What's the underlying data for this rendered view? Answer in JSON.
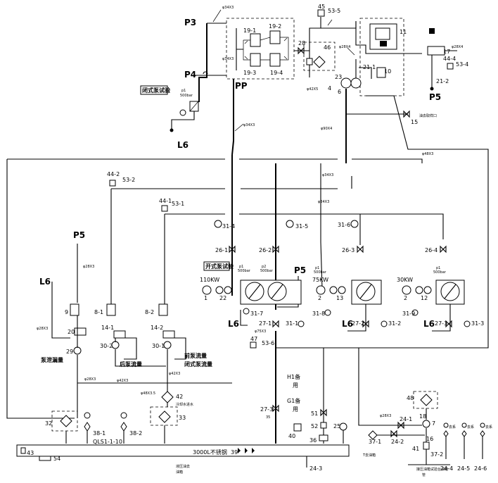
{
  "labels": {
    "p3": "P3",
    "p4": "P4",
    "pp": "PP",
    "l6_top": "L6",
    "bishi_top": "闭式泵试验",
    "kaishi": "开式泵试验",
    "p5_left": "P5",
    "l6_left": "L6",
    "p5_mid": "P5",
    "p5_right": "P5",
    "pipe_34x3_a": "φ34X3",
    "pipe_34x3_b": "φ34X3",
    "pipe_34x3_c": "φ34X3",
    "pipe_34x3_d": "φ34X3",
    "pipe_34x3_e": "φ34X3",
    "pipe_28x4_a": "φ28X4",
    "pipe_28x4_b": "φ28X4",
    "pipe_42x5": "φ42X5",
    "pipe_90x4": "φ90X4",
    "pipe_48x3": "φ48X3",
    "pipe_28x3_a": "φ28X3",
    "pipe_28x3_b": "φ28X3",
    "pipe_28x3_c": "φ28X3",
    "pipe_42x3": "φ42X3",
    "pipe_42x3_b": "φ42X3",
    "pipe_48x3_5": "φ48X3.5",
    "pipe_75x3": "φ75X3",
    "pipe_28x3_d": "φ28X3",
    "c45": "45",
    "c53_5": "53-5",
    "c11": "11",
    "c17": "17",
    "c19_1": "19-1",
    "c19_2": "19-2",
    "c19_3": "19-3",
    "c19_4": "19-4",
    "c28": "28",
    "c46": "46",
    "c21_1": "21-1",
    "c10": "10",
    "c23": "23",
    "c4": "4",
    "c6": "6",
    "c44_4": "44-4",
    "c53_4": "53-4",
    "c21_2": "21-2",
    "c15": "15",
    "youhui": "油去取样口",
    "p1_label": "p1",
    "bar500_a": "500bar",
    "c44_2": "44-2",
    "c53_2": "53-2",
    "c44_1": "44-1",
    "c53_1": "53-1",
    "c31_4": "31-4",
    "c31_5": "31-5",
    "c31_6": "31-6",
    "c26_1": "26-1",
    "c26_2": "26-2",
    "c26_3": "26-3",
    "c26_4": "26-4",
    "p1_b": "p1",
    "p2_b": "p2",
    "bar500_b": "500bar",
    "bar500_c": "500bar",
    "kw110": "110KW",
    "kw75": "75KW",
    "kw30": "30KW",
    "n1": "1",
    "n22": "22",
    "n2a": "2",
    "n13": "13",
    "n2b": "2",
    "n12": "12",
    "p1_c": "p1",
    "bar500_d": "500bar",
    "p1_d": "p1",
    "bar500_e": "500bar",
    "c31_7": "31-7",
    "c27_1": "27-1",
    "c31_1": "31-1",
    "c31_8": "31-8",
    "c27_2": "27-2",
    "c31_2": "31-2",
    "c31_9": "31-9",
    "c27_3": "27-3",
    "c31_3": "31-3",
    "l6_a": "L6",
    "l6_b": "L6",
    "l6_c": "L6",
    "c47": "47",
    "c53_6": "53-6",
    "c9": "9",
    "c8_1": "8-1",
    "c8_2": "8-2",
    "c20": "20",
    "c14_1": "14-1",
    "c14_2": "14-2",
    "c29": "29",
    "c30_2": "30-2",
    "c30_1": "30-1",
    "bengxieliang": "泵泄漏量",
    "houbeng": "后泵流量",
    "qianbeng": "前泵流量",
    "bishi_flow": "闭式泵流量",
    "h1": "H1备",
    "h1b": "用",
    "c42": "42",
    "gongzhong": "冷却水进水",
    "c33": "33",
    "c32": "32",
    "g1": "G1备",
    "g1b": "用",
    "c27_3b": "27-3",
    "c35": "35",
    "c51": "51",
    "c52": "52",
    "c25": "25",
    "c40": "40",
    "c36": "36",
    "c38_1": "38-1",
    "c38_2": "38-2",
    "qls": "QLS1-1-10",
    "c43": "43",
    "c54": "54",
    "tank": "3000L不锈钢",
    "c39": "39",
    "c24_3": "24-3",
    "tank_sub_a": "液压油去",
    "tank_sub_b": "油箱",
    "c48": "48",
    "c18": "18",
    "c7": "7",
    "c24_1": "24-1",
    "c24_2": "24-2",
    "c37_1": "37-1",
    "c16": "16",
    "c41": "41",
    "c37_2": "37-2",
    "c24_4": "24-4",
    "c24_5": "24-5",
    "c24_6": "24-6",
    "tank_to": "T去油箱",
    "ycbq": "接压油箱试验台油箱",
    "ycbq2": "管",
    "pump_a": "去系",
    "pump_b": "去系",
    "pump_c": "去系"
  }
}
